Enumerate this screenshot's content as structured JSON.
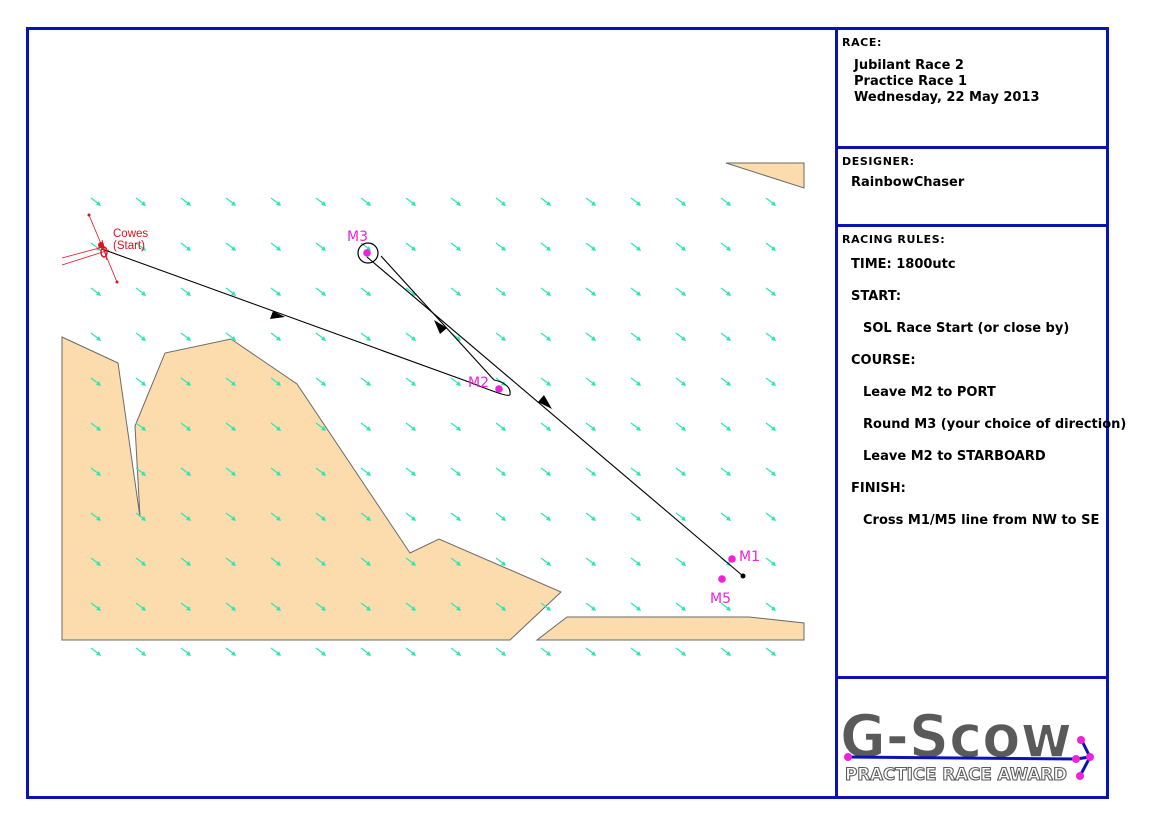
{
  "race": {
    "header": "RACE:",
    "lines": [
      "Jubilant Race 2",
      "Practice Race 1",
      "Wednesday, 22 May 2013"
    ]
  },
  "designer": {
    "header": "DESIGNER:",
    "name": "RainbowChaser"
  },
  "racing_rules": {
    "header": "RACING RULES:",
    "time": "TIME: 1800utc",
    "start_label": "START:",
    "start_detail": "SOL Race Start (or close by)",
    "course_label": "COURSE:",
    "course_steps": [
      "Leave M2 to PORT",
      "Round M3 (your choice of direction)",
      "Leave M2 to STARBOARD"
    ],
    "finish_label": "FINISH:",
    "finish_detail": "Cross M1/M5 line from NW to SE"
  },
  "map": {
    "start_label": "Cowes",
    "start_sublabel": "(Start)",
    "marks": {
      "m1": "M1",
      "m2": "M2",
      "m3": "M3",
      "m5": "M5"
    },
    "colors": {
      "land": "#fcdcac",
      "coast": "#6a6a6a",
      "wind_arrow": "#2ee6b4",
      "mark": "#ee22dd",
      "start": "#e01020",
      "course": "#000000"
    },
    "wind_direction": "south-east"
  },
  "logo": {
    "title": "G-Scow",
    "subtitle": "PRACTICE RACE AWARD",
    "colors": {
      "title": "#5a5a5a",
      "dots": "#ee22dd",
      "lines": "#0a14b4"
    }
  },
  "colors": {
    "border": "#0a14b4"
  }
}
